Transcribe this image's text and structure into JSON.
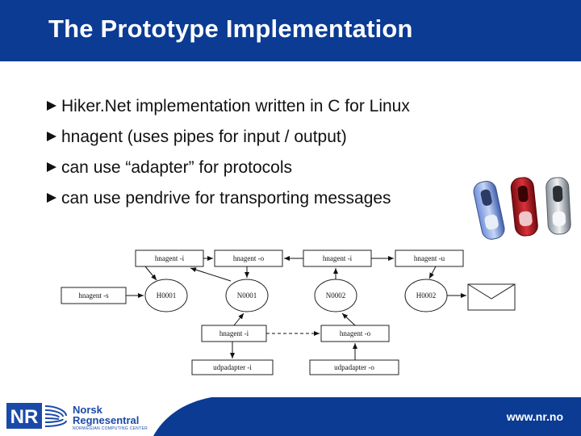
{
  "slide": {
    "title": "The Prototype Implementation"
  },
  "bullets": [
    "Hiker.Net implementation written in C for Linux",
    "hnagent (uses pipes for input / output)",
    "can use “adapter” for protocols",
    "can use pendrive for transporting messages"
  ],
  "diagram": {
    "boxes": {
      "hnagent_i_top_left": "hnagent -i",
      "hnagent_o_top": "hnagent -o",
      "hnagent_i_top_right": "hnagent -i",
      "hnagent_u": "hnagent -u",
      "hnagent_s": "hnagent -s",
      "hnagent_i_mid": "hnagent -i",
      "hnagent_o_mid": "hnagent -o",
      "udpadapter_i": "udpadapter -i",
      "udpadapter_o": "udpadapter -o"
    },
    "nodes": {
      "h0001": "H0001",
      "n0001": "N0001",
      "n0002": "N0002",
      "h0002": "H0002"
    }
  },
  "footer": {
    "logo_mark": "NR",
    "logo_line1": "Norsk",
    "logo_line2": "Regnesentral",
    "logo_line3": "NORWEGIAN COMPUTING CENTER",
    "url": "www.nr.no"
  },
  "colors": {
    "title_bar": "#0b3b93",
    "footer_blue": "#0b3b93",
    "logo_blue": "#1a4aa8"
  }
}
